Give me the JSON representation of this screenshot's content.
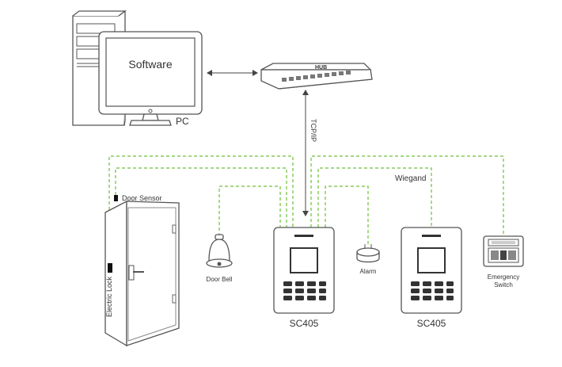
{
  "pc": {
    "screen_text": "Software",
    "label": "PC"
  },
  "hub": {
    "label": "HUB",
    "link_label": "TCP/IP"
  },
  "door": {
    "sensor_label": "Door Sensor",
    "lock_label": "Electric Lock"
  },
  "bell": {
    "label": "Door Bell"
  },
  "alarm": {
    "label": "Alarm"
  },
  "wiegand": {
    "label": "Wiegand"
  },
  "terminals": [
    {
      "label": "SC405"
    },
    {
      "label": "SC405"
    }
  ],
  "emergency": {
    "label_line1": "Emergency",
    "label_line2": "Switch"
  },
  "colors": {
    "wire": "#6fbf3a",
    "outline": "#555555"
  }
}
